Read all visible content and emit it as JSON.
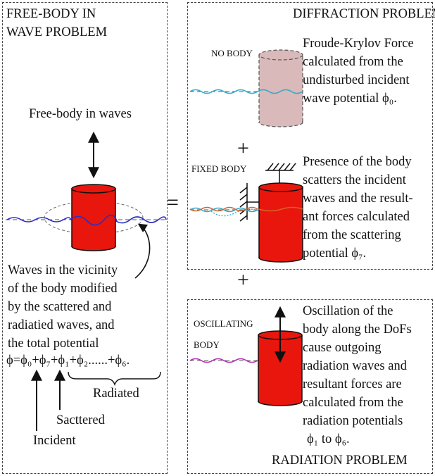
{
  "panels": {
    "left": {
      "title_line1": "FREE-BODY IN",
      "title_line2": "WAVE PROBLEM",
      "caption": "Free-body in waves",
      "vicinity_text": [
        "Waves in the vicinity",
        "of the body modified",
        "by the scattered and",
        "radiatied waves, and",
        "the total potential"
      ],
      "potential_equation": "ϕ=ϕ₀+ϕ₇+ϕ₁+ϕ₂......+ϕ₆.",
      "radiated_label": "Radiated",
      "scattered_label": "Sacttered",
      "incident_label": "Incident"
    },
    "diffraction": {
      "title": "DIFFRACTION PROBLEM",
      "no_body_label": "NO BODY",
      "froude_krylov_text": [
        "Froude-Krylov Force",
        "calculated from the",
        "undisturbed incident",
        "wave potential ϕ₀."
      ],
      "fixed_body_label": "FIXED BODY",
      "scatter_text": [
        "Presence of the body",
        "scatters the incident",
        "waves and the result-",
        "ant forces calculated",
        "from the scattering",
        "potential ϕ₇."
      ]
    },
    "radiation": {
      "title": "RADIATION PROBLEM",
      "oscillating_label_line1": "OSCILLATING",
      "oscillating_label_line2": "BODY",
      "radiation_text": [
        "Oscillation of the",
        "body along the DoFs",
        "cause outgoing",
        "radiation waves and",
        "resultant forces are",
        "calculated from the",
        "radiation potentials",
        "ϕ₁ to ϕ₆."
      ]
    }
  },
  "operators": {
    "equals": "=",
    "plus_inner": "+",
    "plus_between": "+"
  },
  "colors": {
    "cylinder_red": "#e8160c",
    "ghost_cylinder": "#d9b9b9",
    "blue_wave": "#2a2fc4",
    "cyan_wave": "#33a8c8",
    "orange_wave": "#d8622a",
    "magenta_wave": "#b82ab8"
  }
}
